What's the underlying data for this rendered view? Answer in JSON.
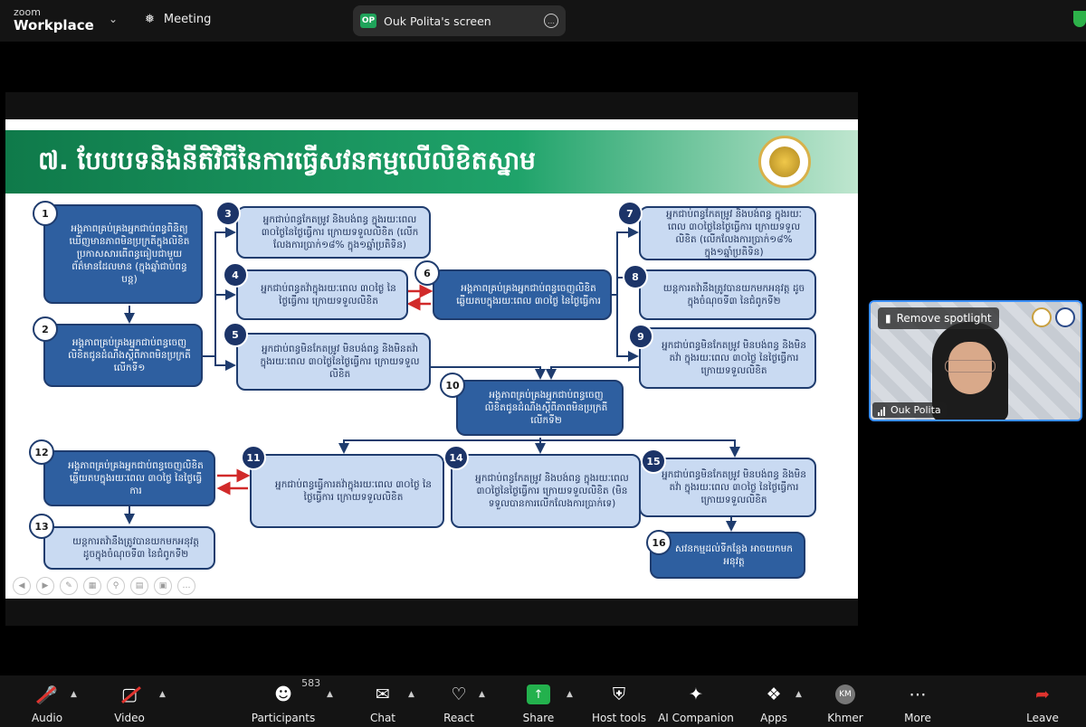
{
  "app": {
    "logo_small": "zoom",
    "logo_big": "Workplace"
  },
  "topbar": {
    "meeting_label": "Meeting",
    "share_badge": "OP",
    "share_title": "Ouk Polita's screen"
  },
  "slide": {
    "title_num": "៧.",
    "title": "បែបបទនិងនីតិវិធីនៃការធ្វើសវនកម្មលើលិខិតស្នាម",
    "boxes": [
      {
        "n": "1",
        "text": "អង្គភាពគ្រប់គ្រងអ្នកជាប់ពន្ធពិនិត្យឃើញមានភាពមិនប្រក្រតីក្នុងលិខិតប្រកាសសារពើពន្ធធៀបជាមួយព័ត៌មានដែលមាន (ក្នុងឆ្នាំជាប់ពន្ធបន្ត)"
      },
      {
        "n": "2",
        "text": "អង្គភាពគ្រប់គ្រងអ្នកជាប់ពន្ធចេញលិខិតជូនដំណឹងស្តីពីភាពមិនប្រក្រតី លើកទី១"
      },
      {
        "n": "3",
        "text": "អ្នកជាប់ពន្ធកែតម្រូវ និងបង់ពន្ធ ក្នុងរយៈពេល ៣០ថ្ងៃនៃថ្ងៃធ្វើការ ក្រោយទទួលលិខិត (លើកលែងការប្រាក់១៨% ក្នុង១ឆ្នាំប្រតិទិន)"
      },
      {
        "n": "4",
        "text": "អ្នកជាប់ពន្ធតវ៉ាក្នុងរយៈពេល ៣០ថ្ងៃ នៃថ្ងៃធ្វើការ ក្រោយទទួលលិខិត"
      },
      {
        "n": "5",
        "text": "អ្នកជាប់ពន្ធមិនកែតម្រូវ មិនបង់ពន្ធ និងមិនតវ៉ា ក្នុងរយៈពេល ៣០ថ្ងៃនៃថ្ងៃធ្វើការ ក្រោយទទួលលិខិត"
      },
      {
        "n": "6",
        "text": "អង្គភាពគ្រប់គ្រងអ្នកជាប់ពន្ធចេញលិខិតឆ្លើយតបក្នុងរយៈពេល ៣០ថ្ងៃ នៃថ្ងៃធ្វើការ"
      },
      {
        "n": "7",
        "text": "អ្នកជាប់ពន្ធកែតម្រូវ និងបង់ពន្ធ ក្នុងរយៈពេល ៣០ថ្ងៃនៃថ្ងៃធ្វើការ ក្រោយទទួលលិខិត (លើកលែងការប្រាក់១៨% ក្នុង១ឆ្នាំប្រតិទិន)"
      },
      {
        "n": "8",
        "text": "យន្តការតវ៉ានឹងត្រូវបានយកមកអនុវត្ត ដូចក្នុងចំណុចទី៣ នៃជំពូកទី២"
      },
      {
        "n": "9",
        "text": "អ្នកជាប់ពន្ធមិនកែតម្រូវ មិនបង់ពន្ធ និងមិនតវ៉ា ក្នុងរយៈពេល ៣០ថ្ងៃ នៃថ្ងៃធ្វើការ ក្រោយទទួលលិខិត"
      },
      {
        "n": "10",
        "text": "អង្គភាពគ្រប់គ្រងអ្នកជាប់ពន្ធចេញលិខិតជូនដំណឹងស្តីពីភាពមិនប្រក្រតី លើកទី២"
      },
      {
        "n": "11",
        "text": "អ្នកជាប់ពន្ធធ្វើការតវ៉ាក្នុងរយៈពេល ៣០ថ្ងៃ នៃថ្ងៃធ្វើការ ក្រោយទទួលលិខិត"
      },
      {
        "n": "12",
        "text": "អង្គភាពគ្រប់គ្រងអ្នកជាប់ពន្ធចេញលិខិតឆ្លើយតបក្នុងរយៈពេល ៣០ថ្ងៃ នៃថ្ងៃធ្វើការ"
      },
      {
        "n": "13",
        "text": "យន្តការតវ៉ានឹងត្រូវបានយកមកអនុវត្ត ដូចក្នុងចំណុចទី៣ នៃជំពូកទី២"
      },
      {
        "n": "14",
        "text": "អ្នកជាប់ពន្ធកែតម្រូវ និងបង់ពន្ធ ក្នុងរយៈពេល ៣០ថ្ងៃនៃថ្ងៃធ្វើការ ក្រោយទទួលលិខិត (មិនទទួលបានការលើកលែងការប្រាក់ទេ)"
      },
      {
        "n": "15",
        "text": "អ្នកជាប់ពន្ធមិនកែតម្រូវ មិនបង់ពន្ធ និងមិនតវ៉ា ក្នុងរយៈពេល ៣០ថ្ងៃ នៃថ្ងៃធ្វើការ ក្រោយទទួលលិខិត"
      },
      {
        "n": "16",
        "text": "សវនកម្មដល់ទីកន្លែង អាចយកមកអនុវត្ត"
      }
    ]
  },
  "video": {
    "spotlight_label": "Remove spotlight",
    "participant_name": "Ouk Polita"
  },
  "toolbar": {
    "audio": "Audio",
    "video": "Video",
    "participants": "Participants",
    "participants_count": "583",
    "chat": "Chat",
    "react": "React",
    "share": "Share",
    "host_tools": "Host tools",
    "ai_companion": "AI Companion",
    "apps": "Apps",
    "km_initials": "KM",
    "khmer": "Khmer",
    "more": "More",
    "leave": "Leave"
  },
  "colors": {
    "dark_box": "#2e5fa0",
    "light_box": "#c9daf2",
    "banner": "#0f7a4a",
    "arrow_red": "#d12a2a",
    "share_green": "#23b14d"
  }
}
